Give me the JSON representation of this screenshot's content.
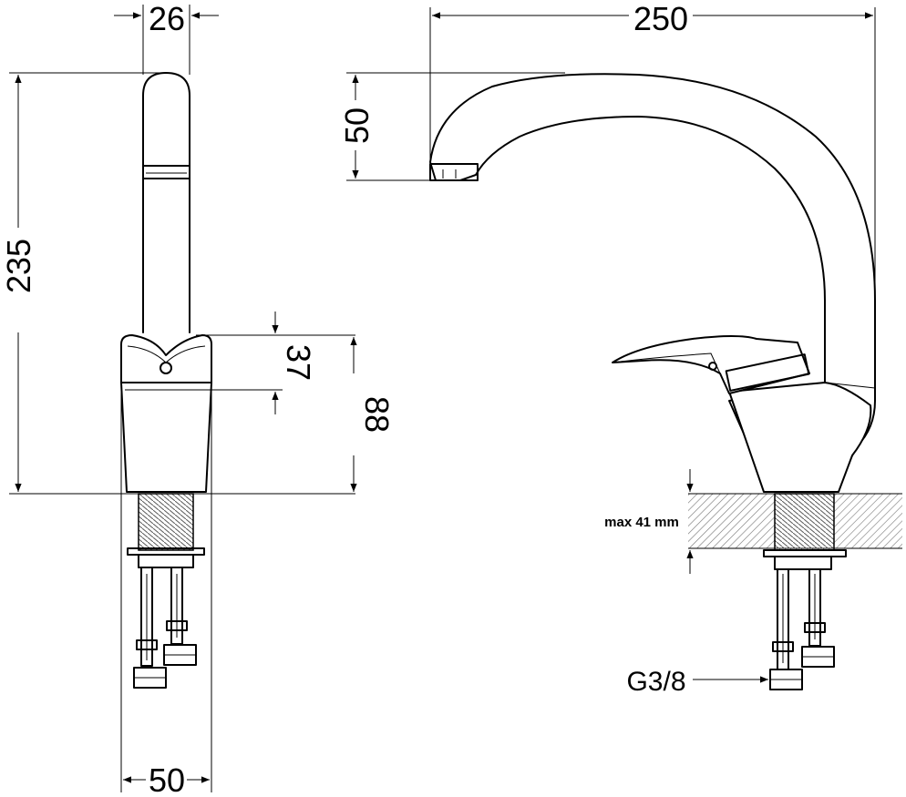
{
  "dimensions": {
    "width_front": "26",
    "total_height": "235",
    "base_width": "50",
    "lever_height": "37",
    "body_height": "88",
    "reach": "250",
    "spout_drop": "50"
  },
  "annotations": {
    "max_thickness": "max 41 mm",
    "thread": "G3/8"
  }
}
